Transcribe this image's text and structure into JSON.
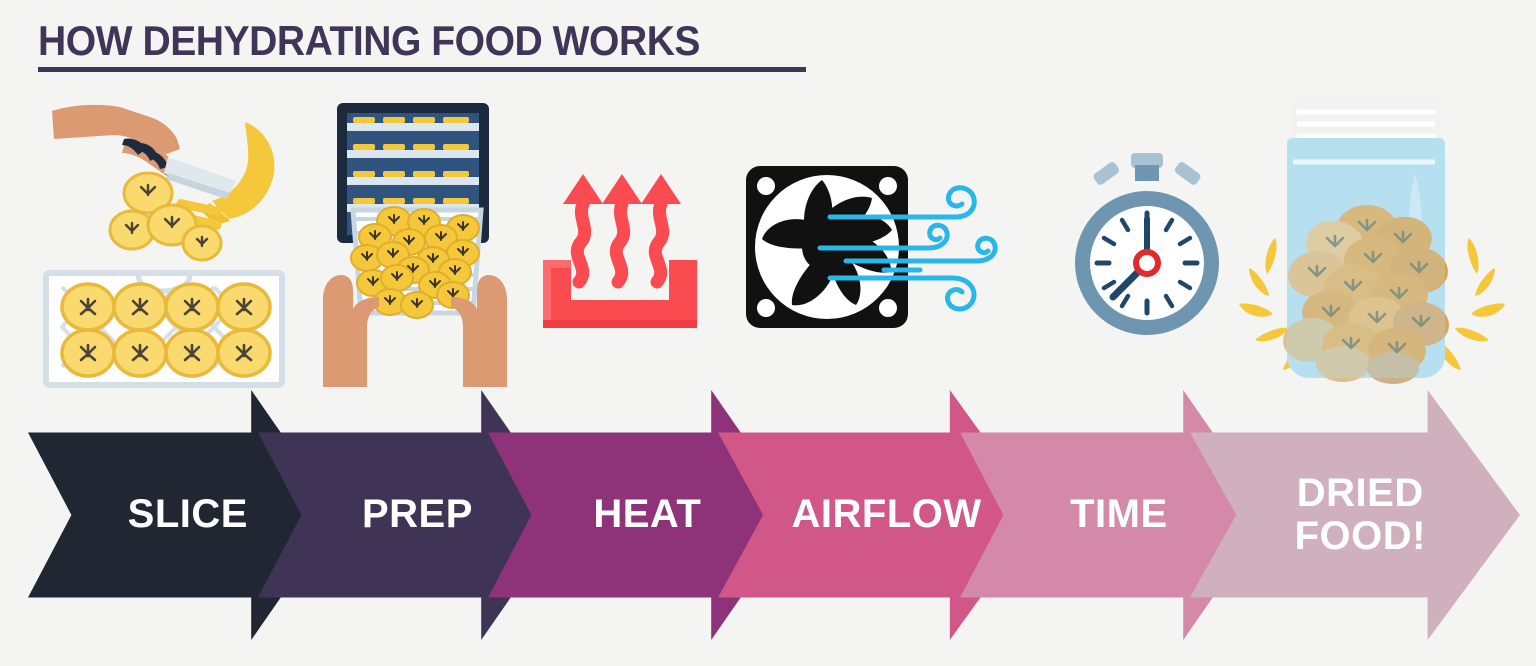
{
  "page": {
    "title": "HOW DEHYDRATING FOOD WORKS",
    "background_color": "#f4f4f3",
    "title_color": "#3e3657"
  },
  "steps": [
    {
      "id": "slice",
      "label": "SLICE",
      "color": "#202733",
      "icon": "hand-slicing-banana-onto-mesh-tray-icon"
    },
    {
      "id": "prep",
      "label": "PREP",
      "color": "#403456",
      "icon": "hands-loading-dehydrator-tray-icon"
    },
    {
      "id": "heat",
      "label": "HEAT",
      "color": "#8e3279",
      "icon": "heating-element-rising-heat-icon"
    },
    {
      "id": "airflow",
      "label": "AIRFLOW",
      "color": "#d25789",
      "icon": "fan-airflow-icon"
    },
    {
      "id": "time",
      "label": "TIME",
      "color": "#d489a9",
      "icon": "stopwatch-icon"
    },
    {
      "id": "dried-food",
      "label": "DRIED\nFOOD!",
      "color": "#d1b0bd",
      "icon": "mason-jar-of-dried-banana-chips-icon"
    }
  ],
  "illustrations": {
    "slice": {
      "name": "hand-slicing-banana-onto-mesh-tray",
      "description": "A hand holding a knife slicing a yellow banana, with round banana slices falling onto a white mesh drying tray below holding eight slices."
    },
    "prep": {
      "name": "hands-loading-dehydrator-tray",
      "description": "Two hands sliding a tray covered in banana slices into a navy-blue food dehydrator with stacked shelves."
    },
    "heat": {
      "name": "heating-element-rising-heat",
      "description": "A red U-shaped heating element with three wavy red arrows rising upward."
    },
    "airflow": {
      "name": "fan-airflow",
      "description": "A black square computer fan with seven curved blades and cyan spiral airflow lines blowing to the right."
    },
    "time": {
      "name": "stopwatch",
      "description": "A steel-blue stopwatch with a white face, navy tick marks and hands, and a red center pin."
    },
    "dried_food": {
      "name": "mason-jar-of-dried-banana-chips",
      "description": "A light-blue mason jar with a white screw lid, filled with golden-brown dried banana chips, surrounded by yellow sparkle rays."
    }
  },
  "palette": {
    "banana_yellow": "#f5c83c",
    "banana_light": "#fad96e",
    "skin": "#dc9a72",
    "dehydrator_navy": "#26405f",
    "dehydrator_dark": "#1b2a3d",
    "tray_gray": "#d4dee6",
    "heat_red": "#fa4b50",
    "heat_red_light": "#ff6066",
    "fan_black": "#111111",
    "airflow_cyan": "#29b6e8",
    "watch_steel": "#6e96b0",
    "watch_navy": "#20466b",
    "watch_red": "#e02b2b",
    "jar_blue": "#b7e0ef",
    "jar_lid": "#f0f0f0",
    "chip_tan": "#e6a84f",
    "chip_light": "#f0c484",
    "sparkle_yellow": "#f5c83c"
  }
}
